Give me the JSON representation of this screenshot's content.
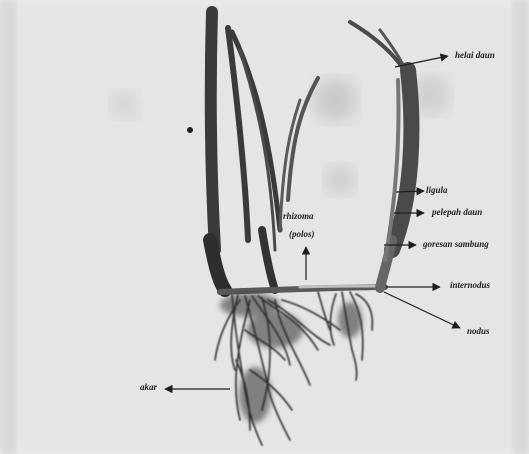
{
  "figure": {
    "background_color": "#ececec",
    "ink_color": "#1e1e1e",
    "plant_color": "#3a3a3a",
    "labels": {
      "kelai_daun": "helai daun",
      "ligula": "ligula",
      "pelepah_daun": "pelepah daun",
      "goresan_sambung": "goresan sambung",
      "internodus": "internodus",
      "nodus": "nodus",
      "rhizoma": "rhizoma",
      "polos": "(polos)",
      "akar": "akar"
    }
  }
}
